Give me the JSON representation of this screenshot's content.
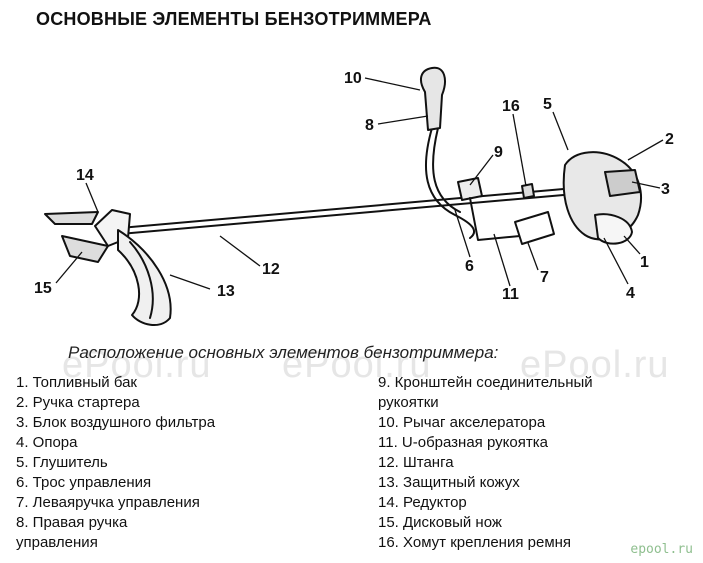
{
  "title": "ОСНОВНЫЕ ЭЛЕМЕНТЫ БЕНЗОТРИММЕРА",
  "caption": "Расположение основных элементов бензотриммера:",
  "watermarks": [
    "ePool.ru",
    "ePool.ru",
    "ePool.ru"
  ],
  "watermark_small": "epool.ru",
  "callouts": [
    "10",
    "8",
    "16",
    "5",
    "2",
    "9",
    "3",
    "14",
    "1",
    "12",
    "6",
    "7",
    "4",
    "15",
    "13",
    "11"
  ],
  "legend_left": [
    "1. Топливный бак",
    "2. Ручка стартера",
    "3. Блок воздушного фильтра",
    "4. Опора",
    "5. Глушитель",
    "6. Трос управления",
    "7. Леваяручка управления",
    "8. Правая ручка",
    "управления"
  ],
  "legend_right": [
    "9. Кронштейн соединительный",
    "рукоятки",
    "10. Рычаг акселератора",
    "11. U-образная рукоятка",
    "12. Штанга",
    "13. Защитный кожух",
    "14. Редуктор",
    "15. Дисковый нож",
    "16. Хомут крепления ремня"
  ]
}
